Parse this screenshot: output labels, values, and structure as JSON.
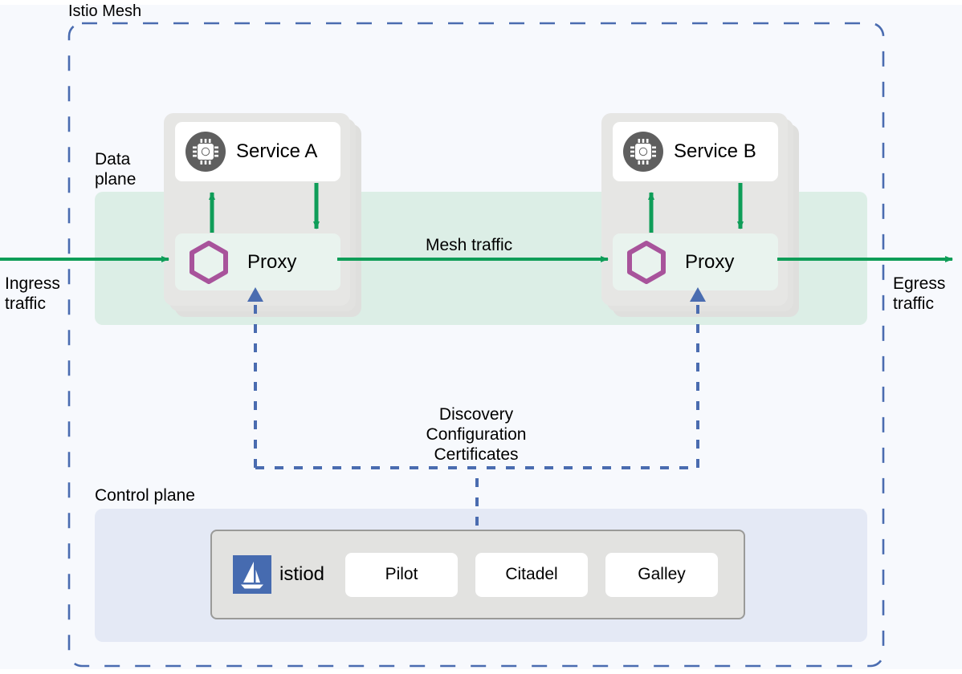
{
  "diagram": {
    "title": "Istio Mesh",
    "colors": {
      "mesh_border": "#4a6cb0",
      "traffic_arrow": "#0f9d58",
      "control_arrow": "#4a6cb0",
      "data_plane_band": "#dceee6",
      "control_plane_panel": "#e4e9f5",
      "pod_box": "#e6e6e4",
      "proxy_box": "#e9f3ee",
      "hexagon": "#a8539b",
      "chip_circle": "#5f5f5f",
      "istio_logo": "#466bb0"
    },
    "labels": {
      "mesh": "Istio Mesh",
      "data_plane": "Data\nplane",
      "control_plane": "Control plane",
      "ingress": "Ingress\ntraffic",
      "egress": "Egress\ntraffic",
      "mesh_traffic": "Mesh traffic",
      "discovery": "Discovery\nConfiguration\nCertificates"
    },
    "pods": [
      {
        "service": "Service A",
        "proxy": "Proxy"
      },
      {
        "service": "Service B",
        "proxy": "Proxy"
      }
    ],
    "control_plane": {
      "name": "istiod",
      "components": [
        {
          "label": "Pilot"
        },
        {
          "label": "Citadel"
        },
        {
          "label": "Galley"
        }
      ]
    }
  }
}
